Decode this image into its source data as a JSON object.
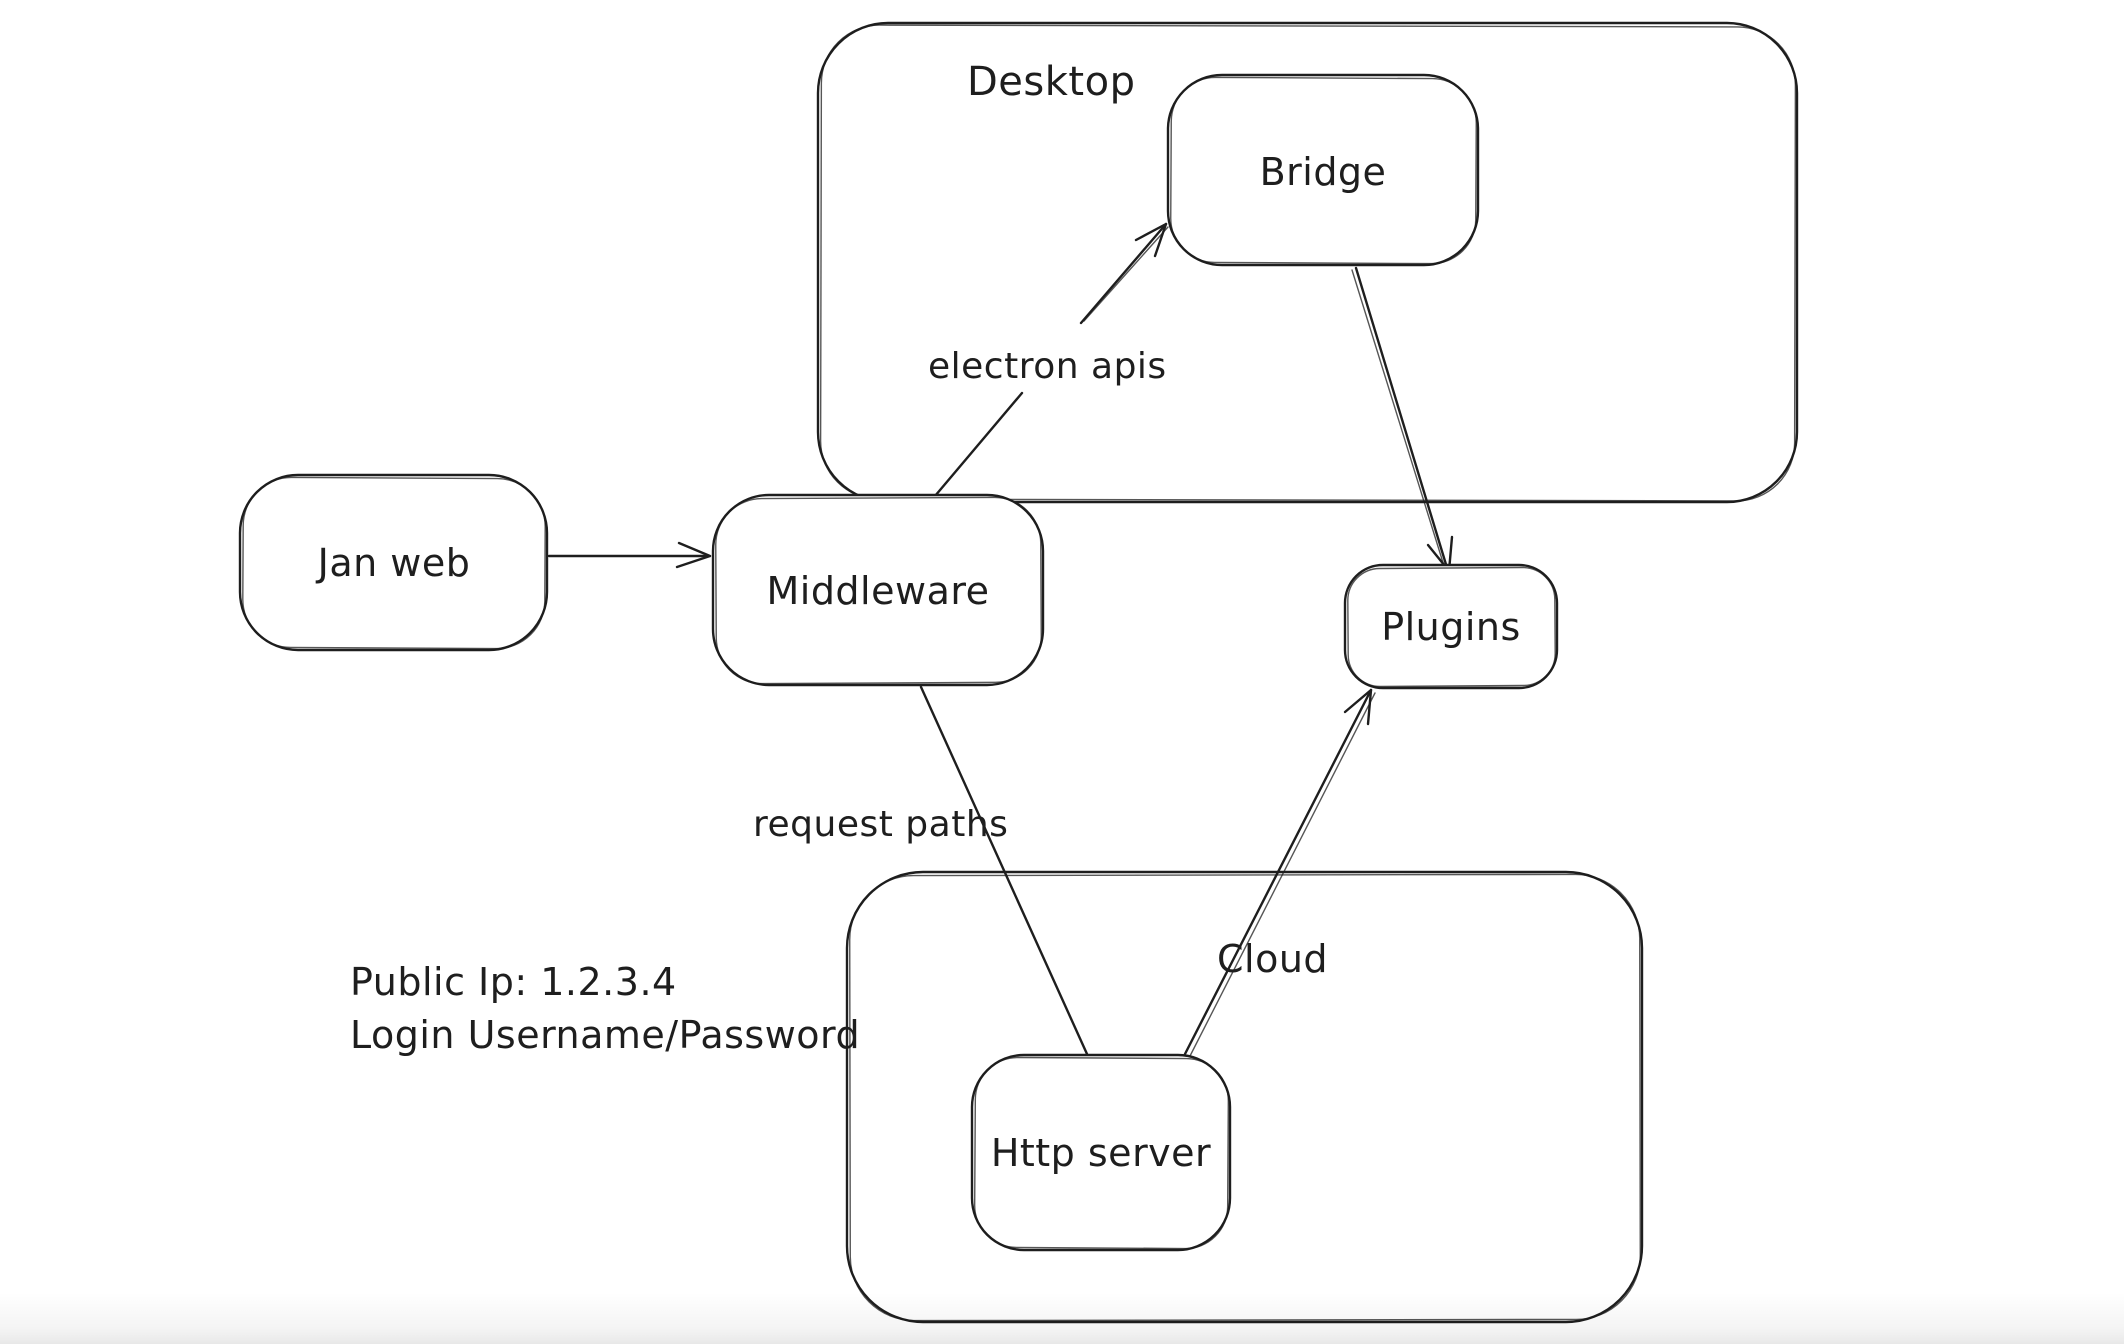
{
  "app": {
    "type": "whiteboard-diagram",
    "background_color": "#ffffff",
    "stroke_color": "#1e1e1e",
    "text_color": "#1e1e1e"
  },
  "containers": [
    {
      "id": "desktop",
      "label": "Desktop"
    },
    {
      "id": "cloud",
      "label": "Cloud"
    }
  ],
  "nodes": [
    {
      "id": "jan-web",
      "label": "Jan web"
    },
    {
      "id": "middleware",
      "label": "Middleware"
    },
    {
      "id": "bridge",
      "label": "Bridge"
    },
    {
      "id": "plugins",
      "label": "Plugins"
    },
    {
      "id": "http-server",
      "label": "Http server"
    }
  ],
  "edges": [
    {
      "from": "Jan web",
      "to": "Middleware",
      "label": "",
      "arrowhead": true
    },
    {
      "from": "Middleware",
      "to": "Bridge",
      "label": "electron apis",
      "arrowhead": true
    },
    {
      "from": "Bridge",
      "to": "Plugins",
      "label": "",
      "arrowhead": true
    },
    {
      "from": "Middleware",
      "to": "Http server",
      "label": "request paths",
      "arrowhead": false
    },
    {
      "from": "Http server",
      "to": "Plugins",
      "label": "",
      "arrowhead": true
    }
  ],
  "annotations": [
    {
      "id": "public-ip",
      "text": "Public Ip: 1.2.3.4"
    },
    {
      "id": "login",
      "text": "Login Username/Password"
    }
  ]
}
